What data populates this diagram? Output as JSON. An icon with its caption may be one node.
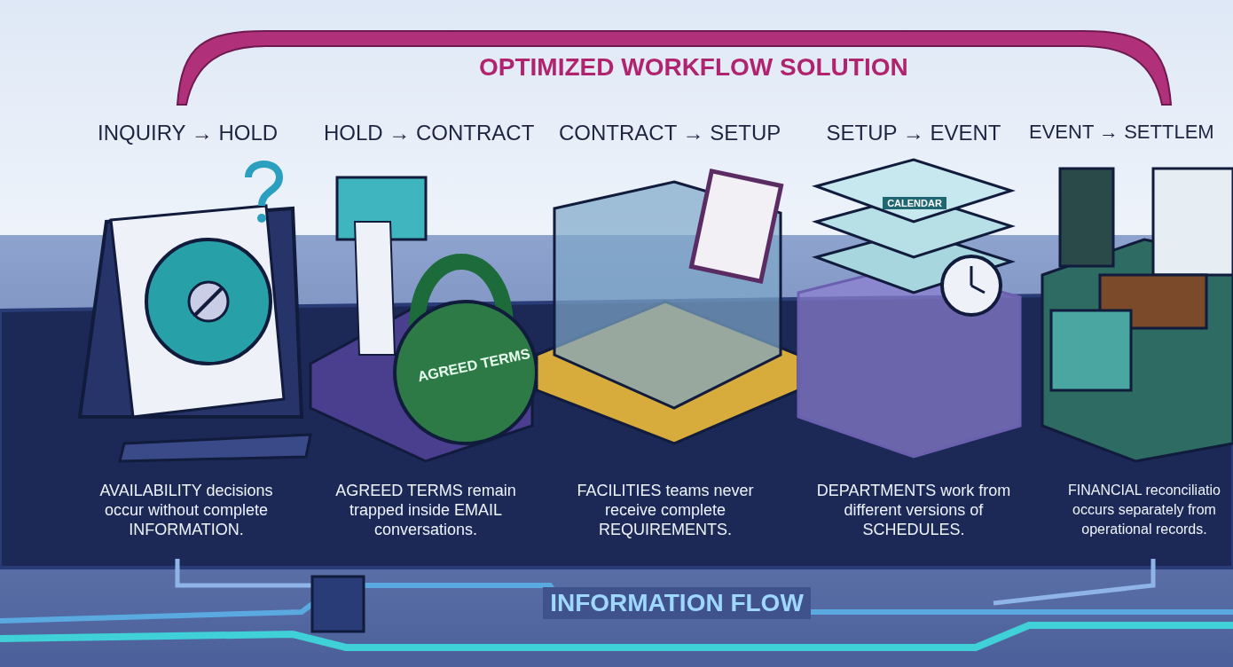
{
  "diagram": {
    "title": "OPTIMIZED WORKFLOW SOLUTION",
    "labels": [
      "INQUIRY → HOLD",
      "HOLD → CONTRACT",
      "CONTRACT → SETUP",
      "SETUP → EVENT",
      "EVENT → SETTLEM",
      "CALENDAR",
      "AGREED TERMS",
      "AVAILABILITY decisions occur without complete INFORMATION.",
      "AGREED TERMS remain trapped inside EMAIL conversations.",
      "FACILITIES teams never receive complete REQUIREMENTS.",
      "DEPARTMENTS work from different versions of SCHEDULES.",
      "FINANCIAL reconciliatio occurs separately from operational records.",
      "INFORMATION FLOW"
    ]
  }
}
